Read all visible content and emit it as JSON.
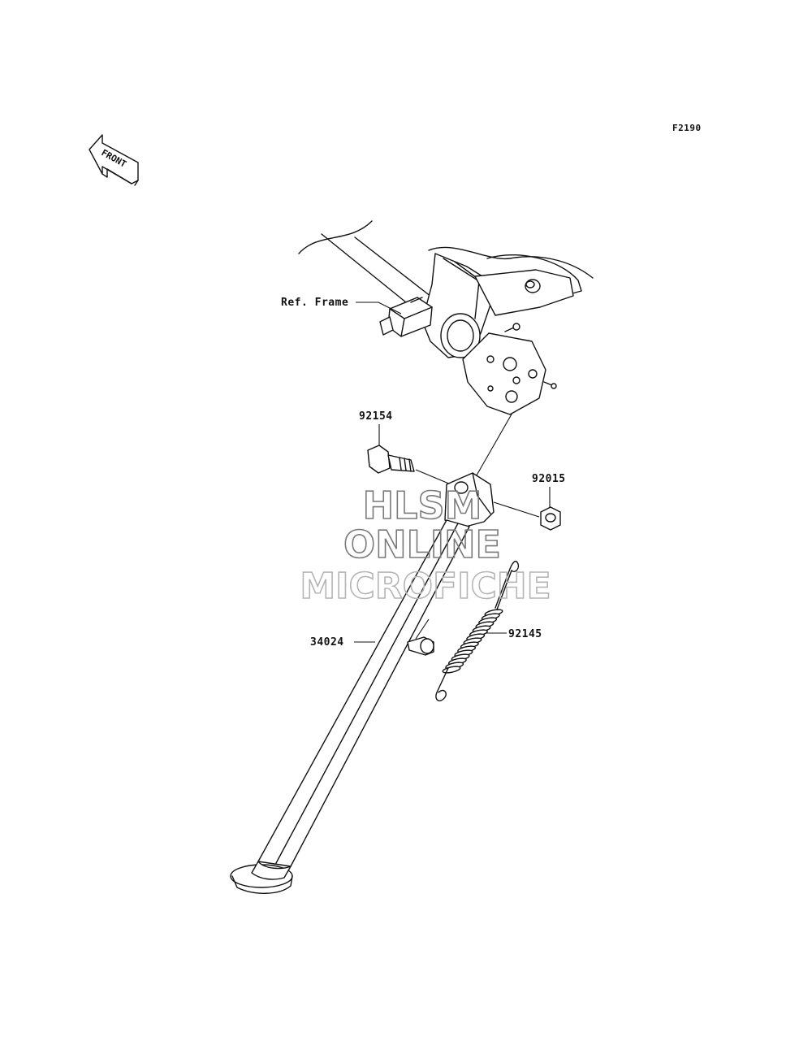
{
  "figure_code": "F2190",
  "front_label": "FRONT",
  "ref_frame_label": "Ref. Frame",
  "parts": {
    "bolt": "92154",
    "nut": "92015",
    "stand": "34024",
    "spring": "92145"
  },
  "watermark": {
    "line1": "HLSM",
    "line2": "ONLINE",
    "line3": "MICROFICHE"
  }
}
